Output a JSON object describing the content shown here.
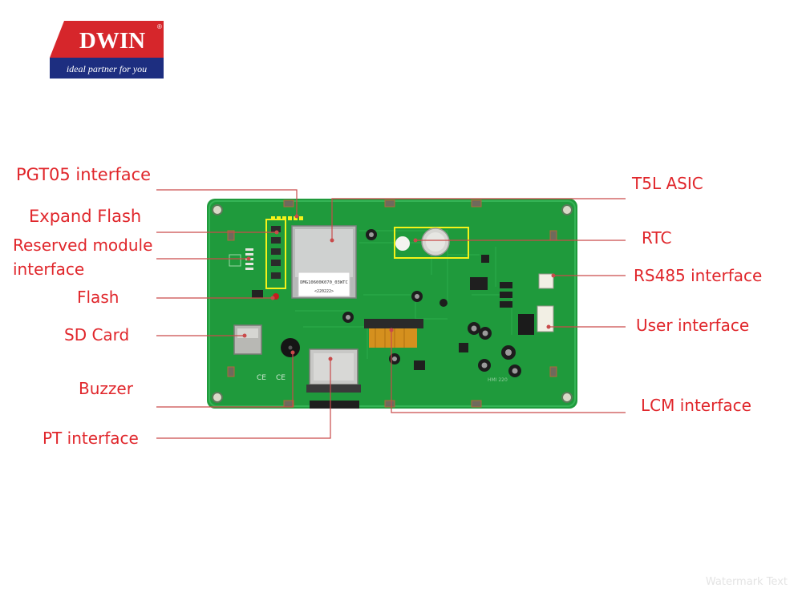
{
  "logo": {
    "brand": "DWIN",
    "tagline": "ideal partner for you",
    "registered": "®"
  },
  "labels": {
    "pgt05": "PGT05 interface",
    "expand_flash": "Expand Flash",
    "reserved_module": "Reserved module interface",
    "flash": "Flash",
    "sd_card": "SD Card",
    "buzzer": "Buzzer",
    "pt_interface": "PT interface",
    "t5l_asic": "T5L ASIC",
    "rtc": "RTC",
    "rs485": "RS485 interface",
    "user_interface": "User interface",
    "lcm_interface": "LCM interface"
  },
  "board": {
    "chip_model": "DMG10600K070_03WTC",
    "chip_date": "<220222>",
    "pcb_code": "HMI 220"
  },
  "watermark": "Watermark Text",
  "colors": {
    "label_red": "#e0262b",
    "board_green": "#1f9a3c",
    "leader_line": "#c94a4a",
    "highlight_yellow": "#f4f21a"
  }
}
